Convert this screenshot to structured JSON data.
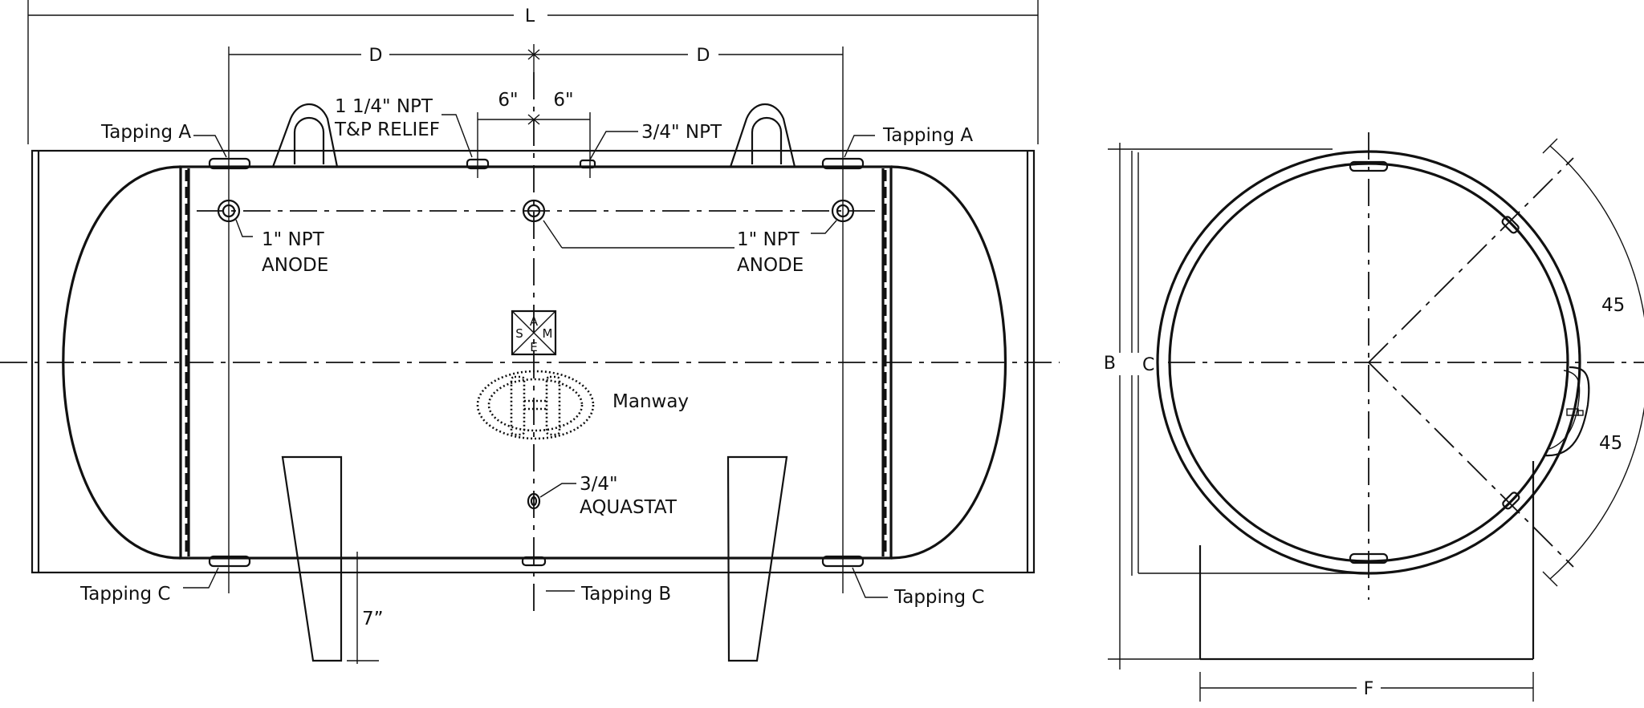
{
  "labels": {
    "dim_L": "L",
    "dim_D_left": "D",
    "dim_D_right": "D",
    "dim_6_left": "6\"",
    "dim_6_right": "6\"",
    "tp_relief_line1": "1 1/4\" NPT",
    "tp_relief_line2": "T&P RELIEF",
    "npt_34": "3/4\" NPT",
    "tapping_a_left": "Tapping A",
    "tapping_a_right": "Tapping A",
    "anode_left_line1": "1\" NPT",
    "anode_left_line2": "ANODE",
    "anode_right_line1": "1\" NPT",
    "anode_right_line2": "ANODE",
    "manway": "Manway",
    "aquastat_line1": "3/4\"",
    "aquastat_line2": "AQUASTAT",
    "tapping_c_left": "Tapping C",
    "tapping_c_right": "Tapping C",
    "tapping_b": "Tapping B",
    "dim_7": "7”",
    "dim_B": "B",
    "dim_C": "C",
    "dim_F": "F",
    "angle_upper": "45",
    "angle_lower": "45",
    "asme_a": "A",
    "asme_s": "S",
    "asme_m": "M",
    "asme_e": "E"
  }
}
